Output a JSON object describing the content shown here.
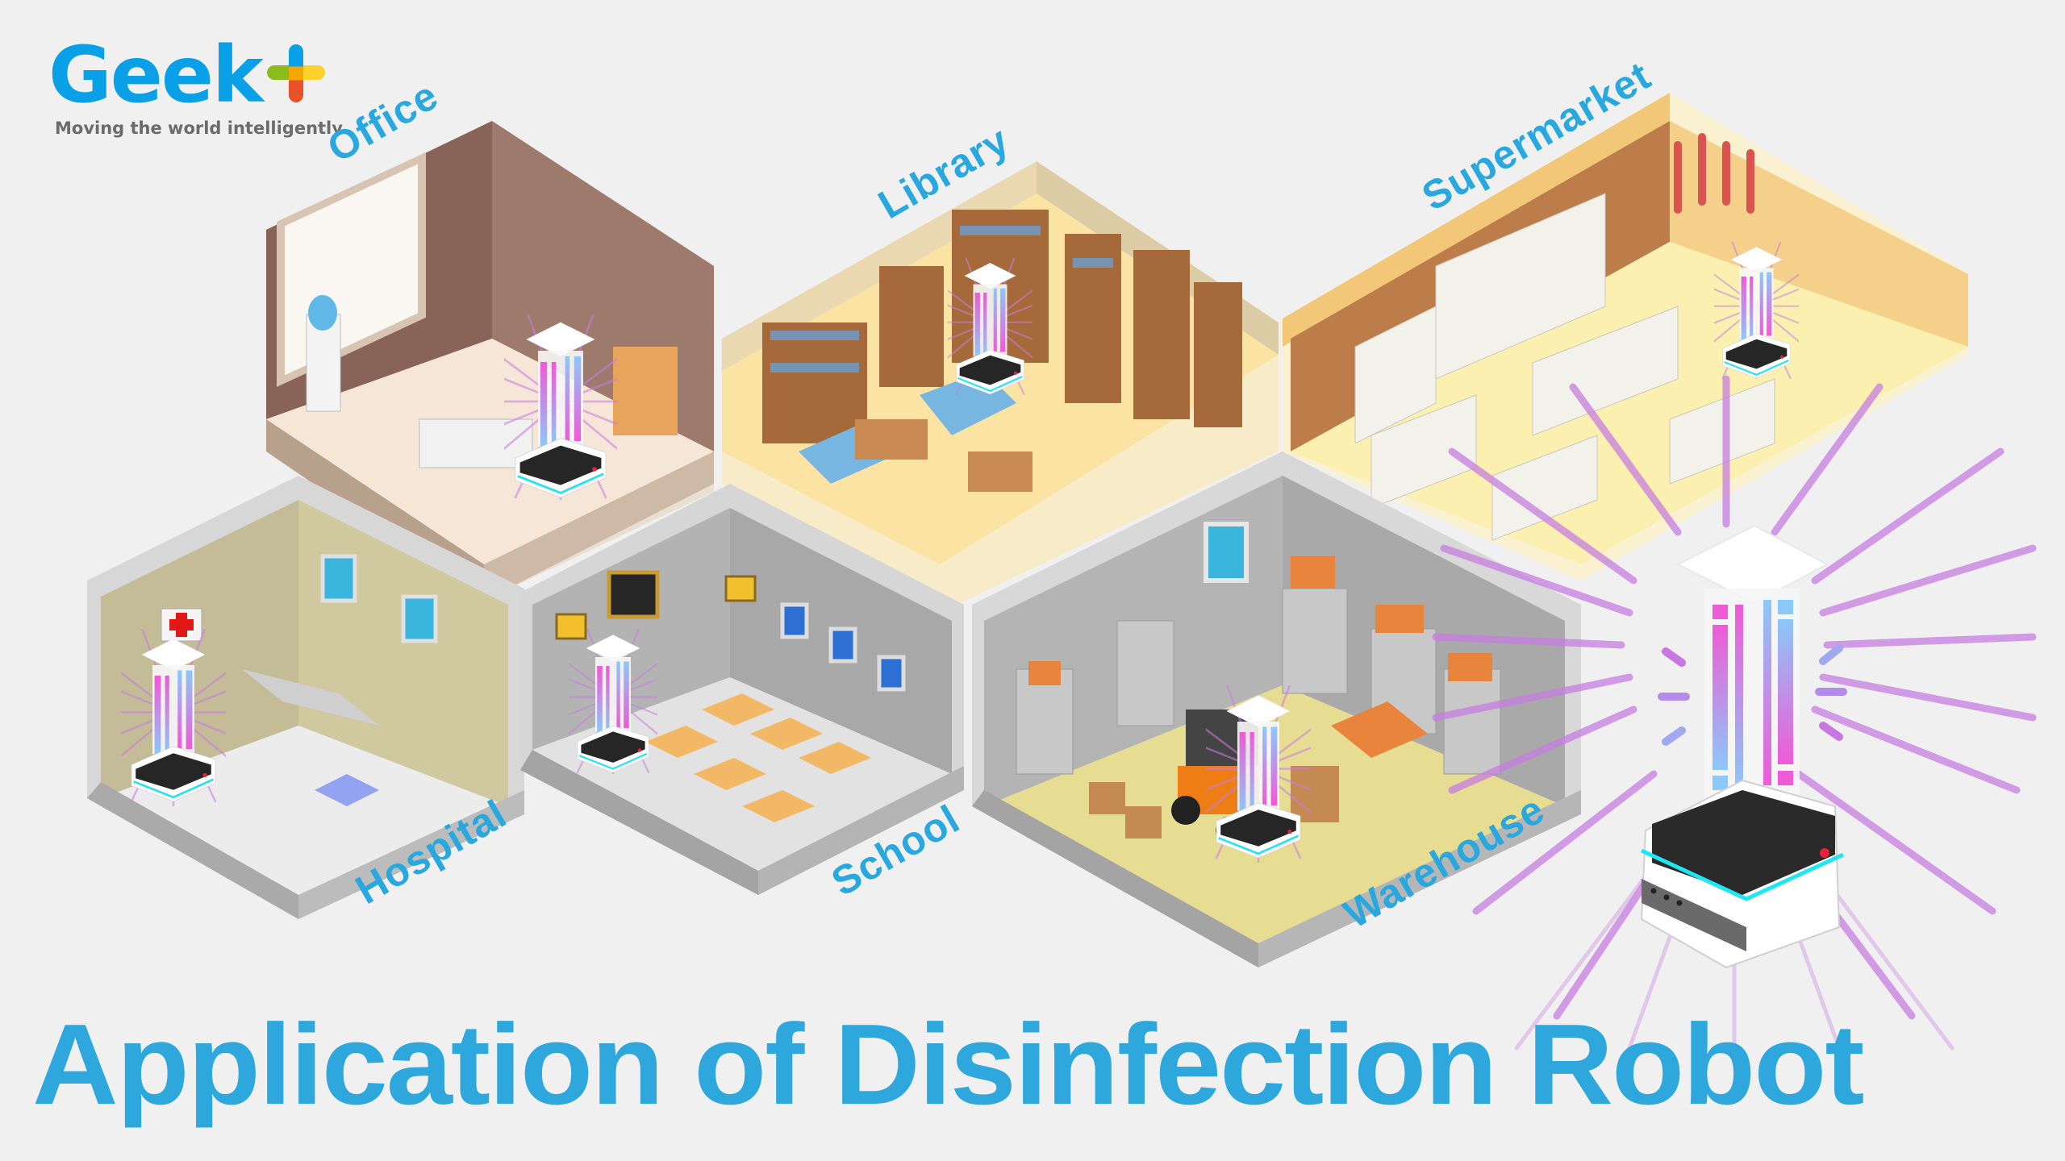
{
  "logo": {
    "wordmark": "Geek",
    "tagline": "Moving the world intelligently",
    "colors": {
      "wordmark": "#0aa0e8",
      "tagline": "#6b6b6b",
      "plus_top": "#0aa0e8",
      "plus_left": "#8cbc1c",
      "plus_center": "#f7a600",
      "plus_right": "#fcd22a",
      "plus_bottom": "#e8522a"
    }
  },
  "rooms": [
    {
      "id": "office",
      "label": "Office"
    },
    {
      "id": "library",
      "label": "Library"
    },
    {
      "id": "supermarket",
      "label": "Supermarket"
    },
    {
      "id": "hospital",
      "label": "Hospital"
    },
    {
      "id": "school",
      "label": "School"
    },
    {
      "id": "warehouse",
      "label": "Warehouse"
    }
  ],
  "title": "Application of Disinfection Robot",
  "colors": {
    "background": "#f0f0f0",
    "label": "#29a8df",
    "title": "#2ea8dc",
    "uv_ray": "#c77ee0",
    "uv_pink": "#f05ad6",
    "uv_blue": "#8cc8f8"
  },
  "icons": {
    "logo_plus": "plus-icon",
    "robot": "disinfection-robot-icon",
    "red_cross": "red-cross-icon"
  }
}
